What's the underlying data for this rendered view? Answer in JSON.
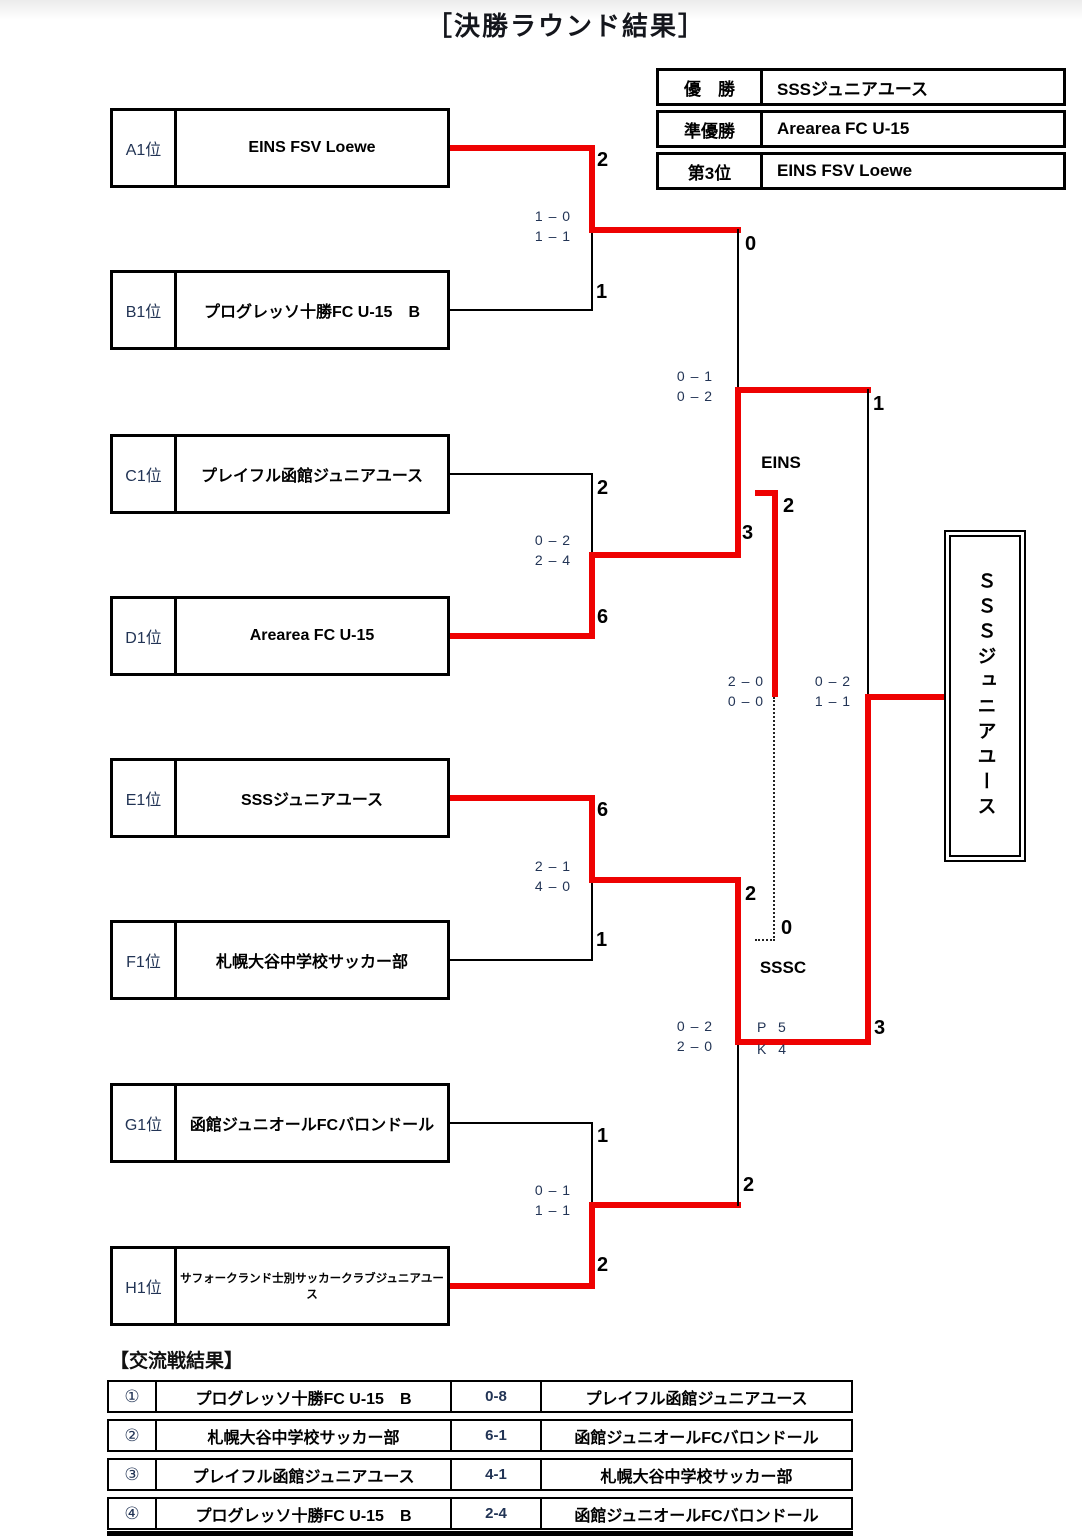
{
  "title": "［決勝ラウンド結果］",
  "podium": [
    {
      "label": "優　勝",
      "team": "SSSジュニアユース"
    },
    {
      "label": "準優勝",
      "team": "Arearea FC U-15"
    },
    {
      "label": "第3位",
      "team": "EINS FSV Loewe"
    }
  ],
  "seeds": [
    {
      "seed": "A1位",
      "team": "EINS FSV Loewe"
    },
    {
      "seed": "B1位",
      "team": "プログレッソ十勝FC U-15　B"
    },
    {
      "seed": "C1位",
      "team": "プレイフル函館ジュニアユース"
    },
    {
      "seed": "D1位",
      "team": "Arearea FC U-15"
    },
    {
      "seed": "E1位",
      "team": "SSSジュニアユース"
    },
    {
      "seed": "F1位",
      "team": "札幌大谷中学校サッカー部"
    },
    {
      "seed": "G1位",
      "team": "函館ジュニオールFCバロンドール"
    },
    {
      "seed": "H1位",
      "team": "サフォークランド士別サッカークラブジュニアユース"
    }
  ],
  "round1": {
    "ab": {
      "top_score": "2",
      "bottom_score": "1",
      "legs": [
        "1 – 0",
        "1 – 1"
      ]
    },
    "cd": {
      "top_score": "2",
      "bottom_score": "6",
      "legs": [
        "0 – 2",
        "2 – 4"
      ]
    },
    "ef": {
      "top_score": "6",
      "bottom_score": "1",
      "legs": [
        "2 – 1",
        "4 – 0"
      ]
    },
    "gh": {
      "top_score": "1",
      "bottom_score": "2",
      "legs": [
        "0 – 1",
        "1 – 1"
      ]
    }
  },
  "semifinals": {
    "sf1": {
      "top_score": "0",
      "bottom_score": "3",
      "legs": [
        "0 – 1",
        "0 – 2"
      ]
    },
    "sf2": {
      "top_score": "2",
      "bottom_score": "2",
      "legs": [
        "0 – 2",
        "2 – 0"
      ],
      "pk": [
        "P 5",
        "K 4"
      ]
    }
  },
  "final": {
    "top_score": "1",
    "bottom_score": "3",
    "legs": [
      "0 – 2",
      "1 – 1"
    ]
  },
  "third_place": {
    "top_label": "EINS",
    "bottom_label": "SSSC",
    "top_score": "2",
    "bottom_score": "0",
    "legs": [
      "2 – 0",
      "0 – 0"
    ]
  },
  "champion": "ＳＳＳジュニアユース",
  "friendly": {
    "heading": "【交流戦結果】",
    "rows": [
      {
        "no": "①",
        "home": "プログレッソ十勝FC U-15　B",
        "score": "0-8",
        "away": "プレイフル函館ジュニアユース"
      },
      {
        "no": "②",
        "home": "札幌大谷中学校サッカー部",
        "score": "6-1",
        "away": "函館ジュニオールFCバロンドール"
      },
      {
        "no": "③",
        "home": "プレイフル函館ジュニアユース",
        "score": "4-1",
        "away": "札幌大谷中学校サッカー部"
      },
      {
        "no": "④",
        "home": "プログレッソ十勝FC U-15　B",
        "score": "2-4",
        "away": "函館ジュニオールFCバロンドール"
      }
    ]
  },
  "colors": {
    "winner_line": "#ee0202",
    "line": "#000000",
    "accent_text": "#223455"
  }
}
